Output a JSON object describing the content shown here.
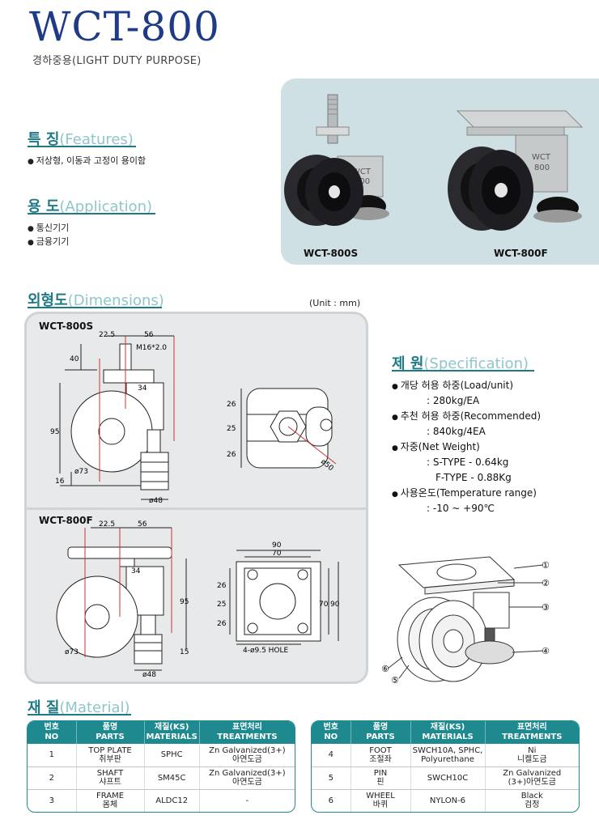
{
  "header": {
    "title": "WCT-800",
    "subtitle": "경하중용(LIGHT DUTY PURPOSE)"
  },
  "features": {
    "title_ko": "특 징",
    "title_en": "(Features)",
    "items": [
      "저상형, 이동과 고정이 용이함"
    ]
  },
  "application": {
    "title_ko": "용 도",
    "title_en": "(Application)",
    "items": [
      "통신기기",
      "금융기기"
    ]
  },
  "photos": {
    "left_caption": "WCT-800S",
    "right_caption": "WCT-800F",
    "stamp_line1": "WCT",
    "stamp_line2": "800"
  },
  "dimensions": {
    "title_ko": "외형도",
    "title_en": "(Dimensions)",
    "unit": "(Unit : mm)",
    "s": {
      "label": "WCT-800S",
      "d_22_5": "22.5",
      "d_56": "56",
      "thread": "M16*2.0",
      "d_40": "40",
      "d_34": "34",
      "d_95": "95",
      "d_73": "ø73",
      "d_16": "16",
      "d_48": "ø48",
      "side_26a": "26",
      "side_25": "25",
      "side_26b": "26",
      "side_50": "ø50"
    },
    "f": {
      "label": "WCT-800F",
      "d_22_5": "22.5",
      "d_56": "56",
      "d_34": "34",
      "d_95": "95",
      "d_73": "ø73",
      "d_15": "15",
      "d_48": "ø48",
      "top_90": "90",
      "top_70": "70",
      "side_26a": "26",
      "side_25": "25",
      "side_26b": "26",
      "right_70": "70",
      "right_90": "90",
      "hole": "4-ø9.5 HOLE"
    }
  },
  "specification": {
    "title_ko": "제 원",
    "title_en": "(Specification)",
    "load_label": "개당 허용 하중(Load/unit)",
    "load_value": ": 280kg/EA",
    "rec_label": "추천 허용 하중(Recommended)",
    "rec_value": ": 840kg/4EA",
    "weight_label": "자중(Net Weight)",
    "weight_s": ": S-TYPE - 0.64kg",
    "weight_f": "F-TYPE - 0.88Kg",
    "temp_label": "사용온도(Temperature range)",
    "temp_value": ": -10 ~ +90℃"
  },
  "callouts": [
    "①",
    "②",
    "③",
    "④",
    "⑤",
    "⑥"
  ],
  "material": {
    "title_ko": "재 질",
    "title_en": "(Material)",
    "headers": [
      {
        "ko": "번호",
        "en": "NO"
      },
      {
        "ko": "품명",
        "en": "PARTS"
      },
      {
        "ko": "재질(KS)",
        "en": "MATERIALS"
      },
      {
        "ko": "표면처리",
        "en": "TREATMENTS"
      }
    ],
    "left_rows": [
      {
        "no": "1",
        "part_en": "TOP PLATE",
        "part_ko": "취부판",
        "mat1": "SPHC",
        "mat2": "",
        "tr1": "Zn Galvanized(3+)",
        "tr2": "아연도금"
      },
      {
        "no": "2",
        "part_en": "SHAFT",
        "part_ko": "샤프트",
        "mat1": "SM45C",
        "mat2": "",
        "tr1": "Zn Galvanized(3+)",
        "tr2": "아연도금"
      },
      {
        "no": "3",
        "part_en": "FRAME",
        "part_ko": "몸체",
        "mat1": "ALDC12",
        "mat2": "",
        "tr1": "-",
        "tr2": ""
      }
    ],
    "right_rows": [
      {
        "no": "4",
        "part_en": "FOOT",
        "part_ko": "조절좌",
        "mat1": "SWCH10A, SPHC,",
        "mat2": "Polyurethane",
        "tr1": "Ni",
        "tr2": "니켈도금"
      },
      {
        "no": "5",
        "part_en": "PIN",
        "part_ko": "핀",
        "mat1": "SWCH10C",
        "mat2": "",
        "tr1": "Zn Galvanized",
        "tr2": "(3+)아연도금"
      },
      {
        "no": "6",
        "part_en": "WHEEL",
        "part_ko": "바퀴",
        "mat1": "NYLON-6",
        "mat2": "",
        "tr1": "Black",
        "tr2": "검정"
      }
    ]
  }
}
